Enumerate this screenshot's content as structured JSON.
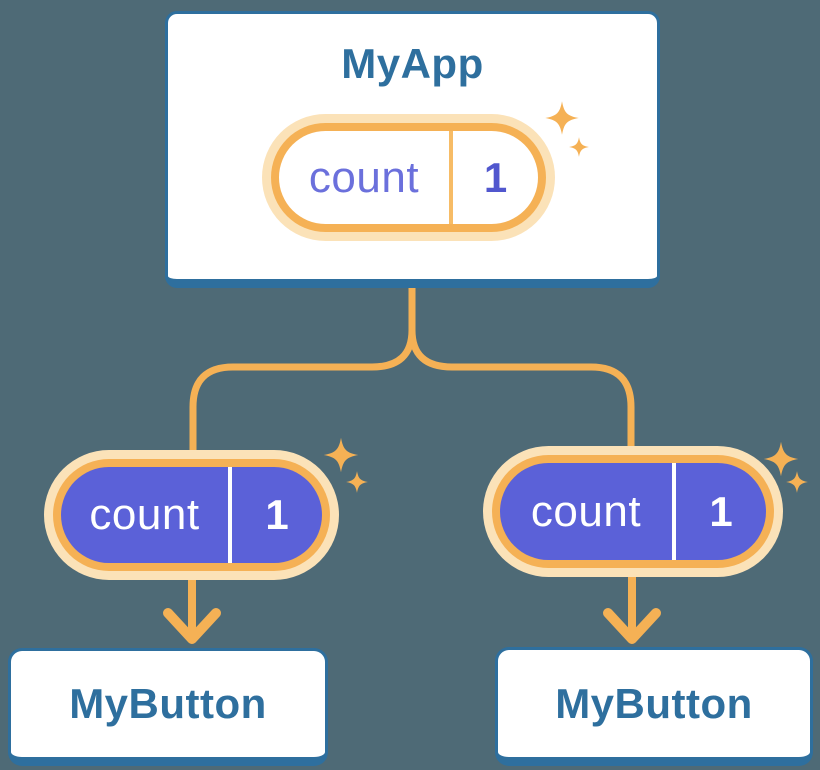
{
  "colors": {
    "background": "#4E6A76",
    "card_fill": "#FFFFFF",
    "card_border_blue": "#2E6F9E",
    "heading_blue": "#2E6F9E",
    "connector_orange": "#F5B155",
    "pill_glow_orange": "#FBE2B8",
    "pill_purple_fill": "#5B61D8",
    "pill_label_purple": "#6B70DC",
    "pill_value_purple": "#5157CE",
    "pill_text_white": "#FFFFFF",
    "sparkle_orange": "#F5B155"
  },
  "tree": {
    "root": {
      "title": "MyApp",
      "state": {
        "label": "count",
        "value": "1"
      }
    },
    "children": [
      {
        "title": "MyButton",
        "prop": {
          "label": "count",
          "value": "1"
        }
      },
      {
        "title": "MyButton",
        "prop": {
          "label": "count",
          "value": "1"
        }
      }
    ]
  }
}
